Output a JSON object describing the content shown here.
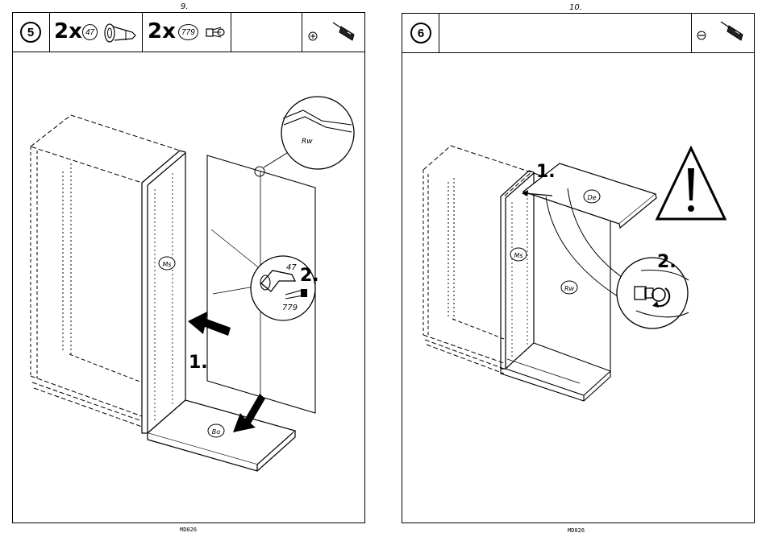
{
  "left_page": {
    "page_number": "9.",
    "step_number": "5",
    "parts": [
      {
        "quantity": "2x",
        "part_number": "47"
      },
      {
        "quantity": "2x",
        "part_number": "779"
      }
    ],
    "tool_icon": "screwdriver-phillips-icon",
    "callout_label": "Rw",
    "panel_labels": {
      "side": "Ms",
      "back": "Rw",
      "bottom": "Bo"
    },
    "steps": [
      "1.",
      "2."
    ],
    "detail_parts": [
      "47",
      "779"
    ],
    "footer": "MD026"
  },
  "right_page": {
    "page_number": "10.",
    "step_number": "6",
    "tool_icon": "screwdriver-flat-icon",
    "panel_labels": {
      "side": "Ms",
      "top": "De",
      "back": "Rw"
    },
    "steps": [
      "1.",
      "2."
    ],
    "warning_icon": "warning-triangle-icon",
    "footer": "MD026"
  }
}
